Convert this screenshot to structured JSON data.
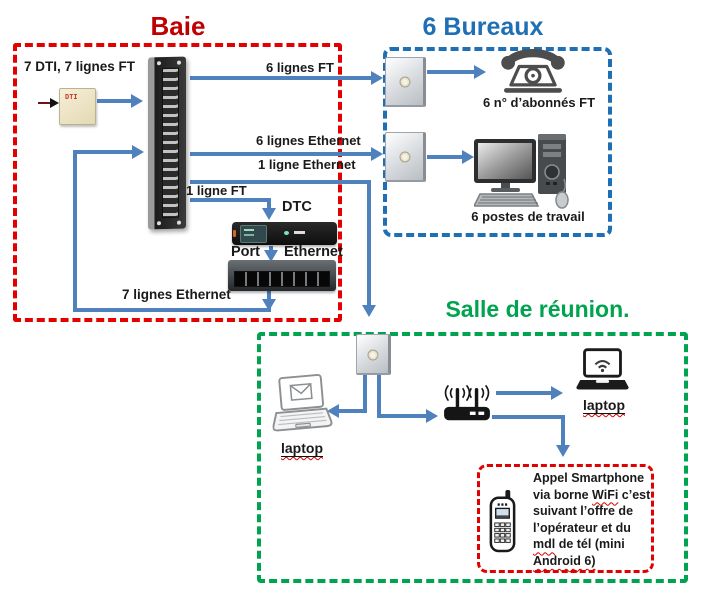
{
  "colors": {
    "red_border": "#E30000",
    "red_title": "#C00000",
    "blue": "#1F6FB5",
    "green": "#00A44F",
    "connector": "#4F81BD",
    "text": "#1A1A1A"
  },
  "baie": {
    "title": "Baie",
    "dti_caption": "7 DTI, 7 lignes FT",
    "dti_box_label": "DTI",
    "line_6_ft": "6 lignes FT",
    "line_6_eth": "6 lignes Ethernet",
    "line_1_eth": "1 ligne Ethernet",
    "line_1_ft": "1 ligne FT",
    "dtc_label": "DTC",
    "port_label": "Port",
    "ethernet_label": "Ethernet",
    "line_7_eth": "7 lignes Ethernet"
  },
  "bureaux": {
    "title": "6 Bureaux",
    "phone_caption": "6 n° d’abonnés FT",
    "pc_caption": "6 postes de travail"
  },
  "salle": {
    "title": "Salle de réunion.",
    "laptop_left_label": "laptop",
    "laptop_right_label": "laptop",
    "note": {
      "line1": "Appel Smartphone",
      "line2_pre": "via borne ",
      "line2_wifi": "WiFi",
      "line2_post": " c’est",
      "line3": "suivant l’offre de",
      "line4": "l’opérateur et du",
      "line5_mdl": "mdl",
      "line5_post": " de tél (mini",
      "line6": "Android 6)"
    }
  }
}
